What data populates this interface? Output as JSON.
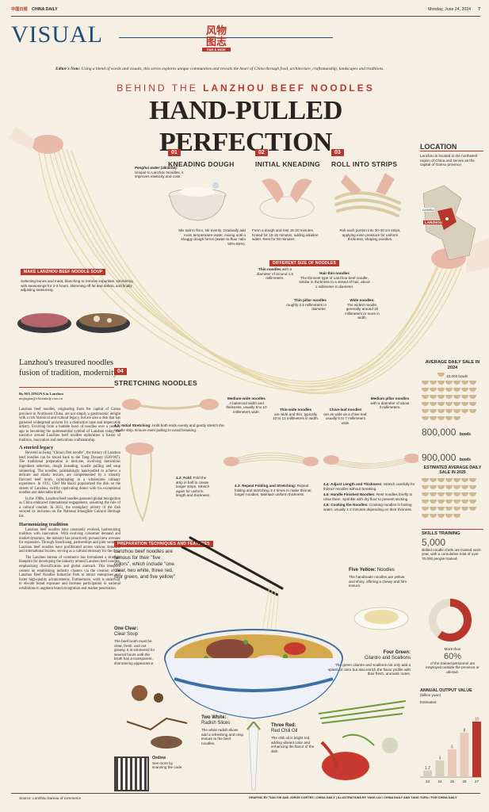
{
  "masthead": {
    "paper": "CHINA DAILY",
    "paper_cn": "中国日报",
    "date": "Monday, June 24, 2024",
    "page": "7",
    "section": "VISUAL",
    "logo_cn": "风物\n图志",
    "logo_en": "FAR & WIDE"
  },
  "editors_note": {
    "label": "Editor's Note:",
    "text": "Using a blend of words and visuals, this series explores unique communities and reveals the heart of China through food, architecture, craftsmanship, landscapes and traditions."
  },
  "kicker": {
    "pre": "BEHIND THE",
    "accent": "LANZHOU BEEF NOODLES"
  },
  "headline": "HAND-PULLED PERFECTION",
  "steps": [
    {
      "num": "01",
      "title": "KNEADING DOUGH",
      "desc": "Mix salt to flour, stir evenly. Gradually add room temperature water, mixing until a shaggy dough forms (water-to-flour ratio 50%-55%)."
    },
    {
      "num": "02",
      "title": "INITIAL KNEADING",
      "desc": "Form a dough and rest 15-20 minutes. Knead for 10-15 minutes, adding alkaline water. Rest for 30 minutes."
    },
    {
      "num": "03",
      "title": "ROLL INTO STRIPS",
      "desc": "Roll each portion into 30-40 cm strips, applying even pressure for uniform thickness, shaping noodles."
    }
  ],
  "penghui": {
    "title": "Penghui water (alkaline):",
    "text": "Unique to Lanzhou Noodles, it improves elasticity and color."
  },
  "location": {
    "title": "LOCATION",
    "text": "Lanzhou is located in the northwest region of China and serves as the capital of Gansu province.",
    "map_label": "LANZHOU",
    "map_label2": "GANSU"
  },
  "soup": {
    "tag": "MAKE LANZHOU BEEF NOODLE SOUP",
    "text": "Selecting bones and meat, blanching to remove impurities, simmering with seasonings for 2-3 hours, skimming off fat and debris, and finally adjusting seasoning."
  },
  "sizes": {
    "tag": "DIFFERENT SIZE OF NOODLES",
    "items": [
      {
        "name": "Thin noodles",
        "text": "with a diameter of around 1.5 millimeters."
      },
      {
        "name": "Hair-thin noodles",
        "text": "The thinnest type of Lanzhou beef noodle, similar in thickness to a strand of hair, about 1 millimeter in diameter."
      },
      {
        "name": "Thin pillar noodles",
        "text": "roughly 2.5 millimeters in diameter."
      },
      {
        "name": "Wide noodles:",
        "text": "The widest noodle, generally around 20 millimeters or more in width."
      },
      {
        "name": "Medium-wide noodles",
        "text": "A balanced width and thickness, usually 8 to 10 millimeters wide."
      },
      {
        "name": "Thin-wide noodles",
        "text": "are wide and thin, typically 10 to 12 millimeters in width."
      },
      {
        "name": "Chive-leaf noodles",
        "text": "are as wide as a chive leaf, usually 6 to 7 millimeters wide."
      },
      {
        "name": "Medium pillar noodles",
        "text": "with a diameter of about 3 millimeters."
      }
    ]
  },
  "article": {
    "heading": "Lanzhou's treasured noodles fusion of tradition, modernity",
    "byline": "By MA JINGNA in Lanzhou",
    "email": "majingna@chinadaily.com.cn",
    "intro": "Lanzhou beef noodles, originating from the capital of Gansu province in Northwest China, are not simply a gastronomic delight with a rich historical and cultural legacy, but are also a dish that has garnered widespread acclaim for a distinctive taste and impeccable artistry. Evolving from a humble bowl of noodles over a century ago to becoming the quintessential symbol of Lanzhou today, the narrative around Lanzhou beef noodles epitomizes a fusion of tradition, innovation and meticulous craftsmanship.",
    "sub1": "A storied legacy",
    "p1": "Revered as being \"China's first noodle\", the history of Lanzhou beef noodles can be traced back to the Tang Dynasty (618-907). The traditional preparation is intricate, involving meticulous ingredient selection, dough kneading, noodle pulling and soup simmering. The noodles, painstakingly hand-pulled to achieve a delicate and elastic texture, are complemented by a robustly flavored beef broth, culminating in a wholesome culinary experience. In 1915, Chef Ma Baozi popularized the dish on the streets of Lanzhou, swiftly captivating diners with his exceptional noodles and delectable broth.",
    "p2": "In the 1980s, Lanzhou beef noodles garnered global recognition as China embraced international engagement, assuming the role of a cultural conduit. In 2021, the exemplary artistry of the dish secured its inclusion on the National Intangible Cultural Heritage list.",
    "sub2": "Harmonizing tradition",
    "p3": "Lanzhou beef noodles have constantly evolved, harmonizing tradition with innovation. With evolving consumer demand and market dynamics, the industry has proactively pursued new avenues for expansion. Through franchising, partnerships and joint ventures, Lanzhou beef noodles have proliferated across various domestic and international locales, serving as a cultural emissary for the city.",
    "p4": "The Lanzhou bureau of commerce has formulated a strategic blueprint for developing the industry around Lanzhou beef noodles, emphasizing diversification and global outreach. This blueprint centers on establishing industry clusters via the creation of the Lanzhou Beef Noodles Industrial Park to attract enterprises and foster high-quality advancements. Furthermore, work is underway to elevate brand exposure and increase participation in national exhibitions to augment brand recognition and market penetration."
  },
  "stretch": {
    "num": "04",
    "title": "STRETCHING NOODLES",
    "s1": {
      "title": "4.1: Initial Stretching:",
      "text": "Hold both ends evenly and gently stretch the noodle strip. Ensure even pulling to avoid breaking."
    },
    "s2": {
      "title": "4.2: Fold:",
      "text": "Fold the strip in half to create longer strips. Stretch again for uniform length and thickness."
    },
    "s3": {
      "title": "4.3: Repeat Folding and Stretching:",
      "text": "Repeat folding and stretching 3-4 times to make thinner, longer noodles. Maintain uniform thickness."
    },
    "s4": {
      "title": "4.4: Adjust Length and Thickness:",
      "text": "Stretch carefully for thinner noodles without breaking."
    },
    "s5": {
      "title": "4.5: Handle Finished Noodles:",
      "text": "Rest noodles briefly to relax them. Sprinkle with dry flour to prevent sticking."
    },
    "s6": {
      "title": "4.6: Cooking the Noodles:",
      "text": "Cooking noodles in boiling water, usually 1-2 minutes depending on their thinness."
    }
  },
  "prep": {
    "tag": "PREPARATION TECHNIQUES AND FEATURES",
    "intro": "Lanzhou beef noodles are famous for their \"five colors\", which include \"one clear, two white, three red, four green, and five yellow\"",
    "one": {
      "label": "One Clear:",
      "name": "Clear Soup",
      "text": "The beef broth must be clear, fresh, and not greasy. It is simmered for several hours until the broth has a transparent, shimmering appearance."
    },
    "two": {
      "label": "Two White:",
      "name": "Radish Slices",
      "text": "The white radish slices add a refreshing and crisp texture to the beef noodles."
    },
    "three": {
      "label": "Three Red:",
      "name": "Red Chili Oil",
      "text": "The chili oil is bright red, adding vibrant color and enhancing the flavor of the dish."
    },
    "four": {
      "label": "Four Green:",
      "name": "Cilantro and Scallions",
      "text": "The green cilantro and scallions not only add a splash of color but also enrich the flavor profile with their fresh, aromatic notes."
    },
    "five": {
      "label": "Five Yellow:",
      "name": "Noodles",
      "text": "The handmade noodles are yellow and shiny, offering a chewy and firm texture."
    }
  },
  "online": {
    "title": "Online",
    "text": "See more by scanning the code."
  },
  "stats": {
    "daily_title": "AVERAGE DAILY SALE IN 2024",
    "legend": "10,000 bowls",
    "daily_value": "800,000",
    "daily_unit": "bowls",
    "est_value": "900,000",
    "est_unit": "bowls",
    "est_title": "ESTIMATED AVERAGE DAILY SALE IN 2025",
    "skills_title": "SKILLS TRAINING",
    "skills_value": "5,000",
    "skills_text": "skilled noodle chefs are trained each year, with a cumulative total of over 70,000 people trained.",
    "pct_value": "60%",
    "pct_pre": "More than",
    "pct_text": "of the trained personnel are employed outside the province or abroad."
  },
  "chart_data": {
    "type": "bar",
    "title": "ANNUAL OUTPUT VALUE",
    "ylabel": "(billion yuan)",
    "estimated_label": "Estimated",
    "categories": [
      "23",
      "24",
      "25",
      "26",
      "27"
    ],
    "values": [
      1.2,
      3,
      5,
      8,
      10
    ],
    "value_labels": [
      "1.2",
      "3",
      "5",
      "8",
      "10"
    ]
  },
  "donut": {
    "percent": 60,
    "color": "#b8372c"
  },
  "footer": {
    "source": "Source: Lanzhou bureau of commerce",
    "credit": "GRAPHIC BY TIAN CHI AND JORGE CORTES / CHINA DAILY | ILLUSTRATIONS BY YANG LIU / CHINA DAILY AND TANG YURU / FOR CHINA DAILY"
  },
  "colors": {
    "accent": "#b8372c",
    "paper": "#f6f0e4",
    "noodle": "#e8dcae",
    "text": "#2a2420"
  }
}
